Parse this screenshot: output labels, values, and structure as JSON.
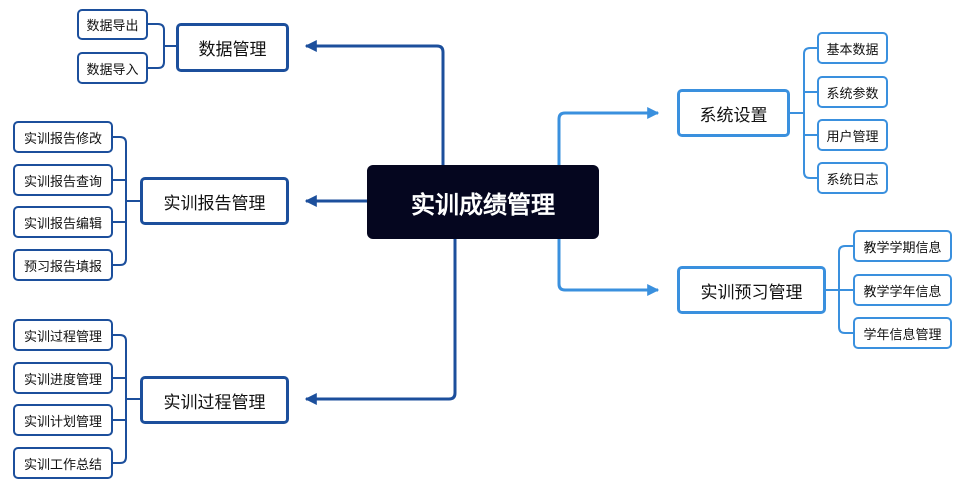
{
  "center": {
    "label": "实训成绩管理"
  },
  "branches": [
    {
      "label": "数据管理",
      "children": [
        "数据导出",
        "数据导入"
      ]
    },
    {
      "label": "实训报告管理",
      "children": [
        "实训报告修改",
        "实训报告查询",
        "实训报告编辑",
        "预习报告填报"
      ]
    },
    {
      "label": "实训过程管理",
      "children": [
        "实训过程管理",
        "实训进度管理",
        "实训计划管理",
        "实训工作总结"
      ]
    },
    {
      "label": "系统设置",
      "children": [
        "基本数据",
        "系统参数",
        "用户管理",
        "系统日志"
      ]
    },
    {
      "label": "实训预习管理",
      "children": [
        "教学学期信息",
        "教学学年信息",
        "学年信息管理"
      ]
    }
  ],
  "colors": {
    "central_fill": "#05061f",
    "left_branch": "#1c4f9c",
    "right_branch": "#3a90de"
  }
}
